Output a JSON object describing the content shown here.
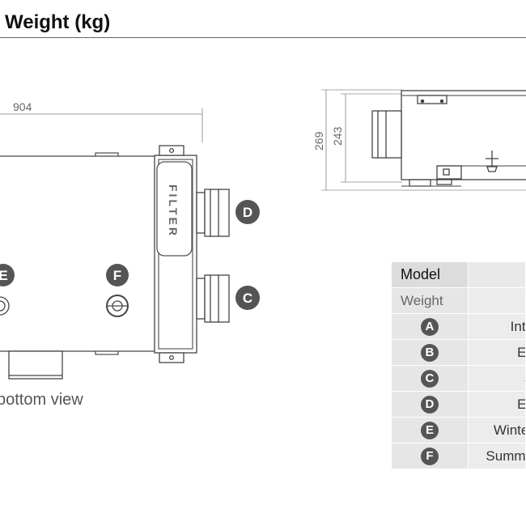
{
  "header": {
    "title": "Weight (kg)"
  },
  "bottom_view": {
    "width_dimension": "904",
    "filter_label": "FILTER",
    "caption": "bottom view",
    "ports": {
      "D": "D",
      "C": "C",
      "E": "E",
      "F": "F"
    }
  },
  "side_view": {
    "height_outer": "269",
    "height_inner": "243"
  },
  "spec_table": {
    "rows": [
      {
        "label": "Model",
        "value": ""
      },
      {
        "label": "Weight",
        "value": ""
      },
      {
        "badge": "A",
        "value": "Inta"
      },
      {
        "badge": "B",
        "value": "Ex"
      },
      {
        "badge": "C",
        "value": "S"
      },
      {
        "badge": "D",
        "value": "Ex"
      },
      {
        "badge": "E",
        "value": "Winter"
      },
      {
        "badge": "F",
        "value": "Summe"
      }
    ]
  },
  "colors": {
    "badge": "#555555",
    "line": "#444444",
    "table_shade": "#e6e6e6"
  }
}
